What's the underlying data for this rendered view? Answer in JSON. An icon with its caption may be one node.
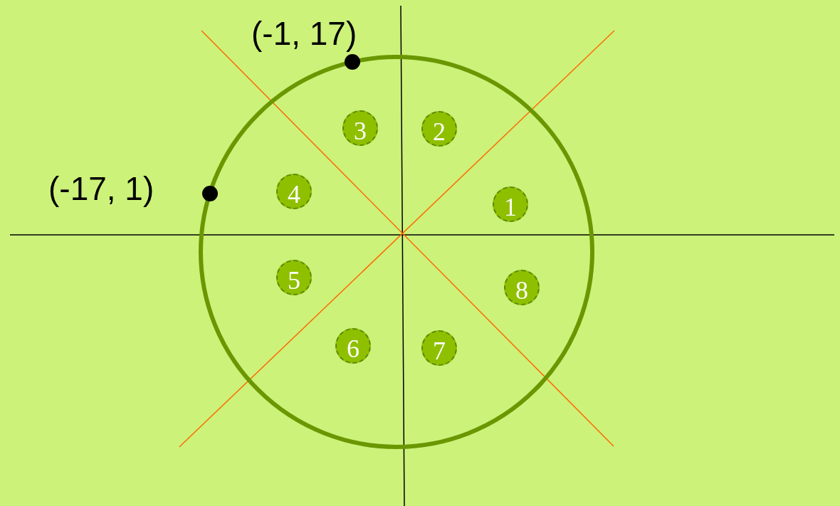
{
  "diagram": {
    "nodes": [
      {
        "text": [
          "1"
        ]
      },
      {
        "text": [
          "2"
        ]
      },
      {
        "text": [
          "3"
        ]
      },
      {
        "text": [
          "4"
        ]
      },
      {
        "text": [
          "5"
        ]
      },
      {
        "text": [
          "6"
        ]
      },
      {
        "text": [
          "7"
        ]
      },
      {
        "text": [
          "8"
        ]
      }
    ],
    "labels": [
      "(-1, 17)",
      "(-17, 1)"
    ]
  }
}
